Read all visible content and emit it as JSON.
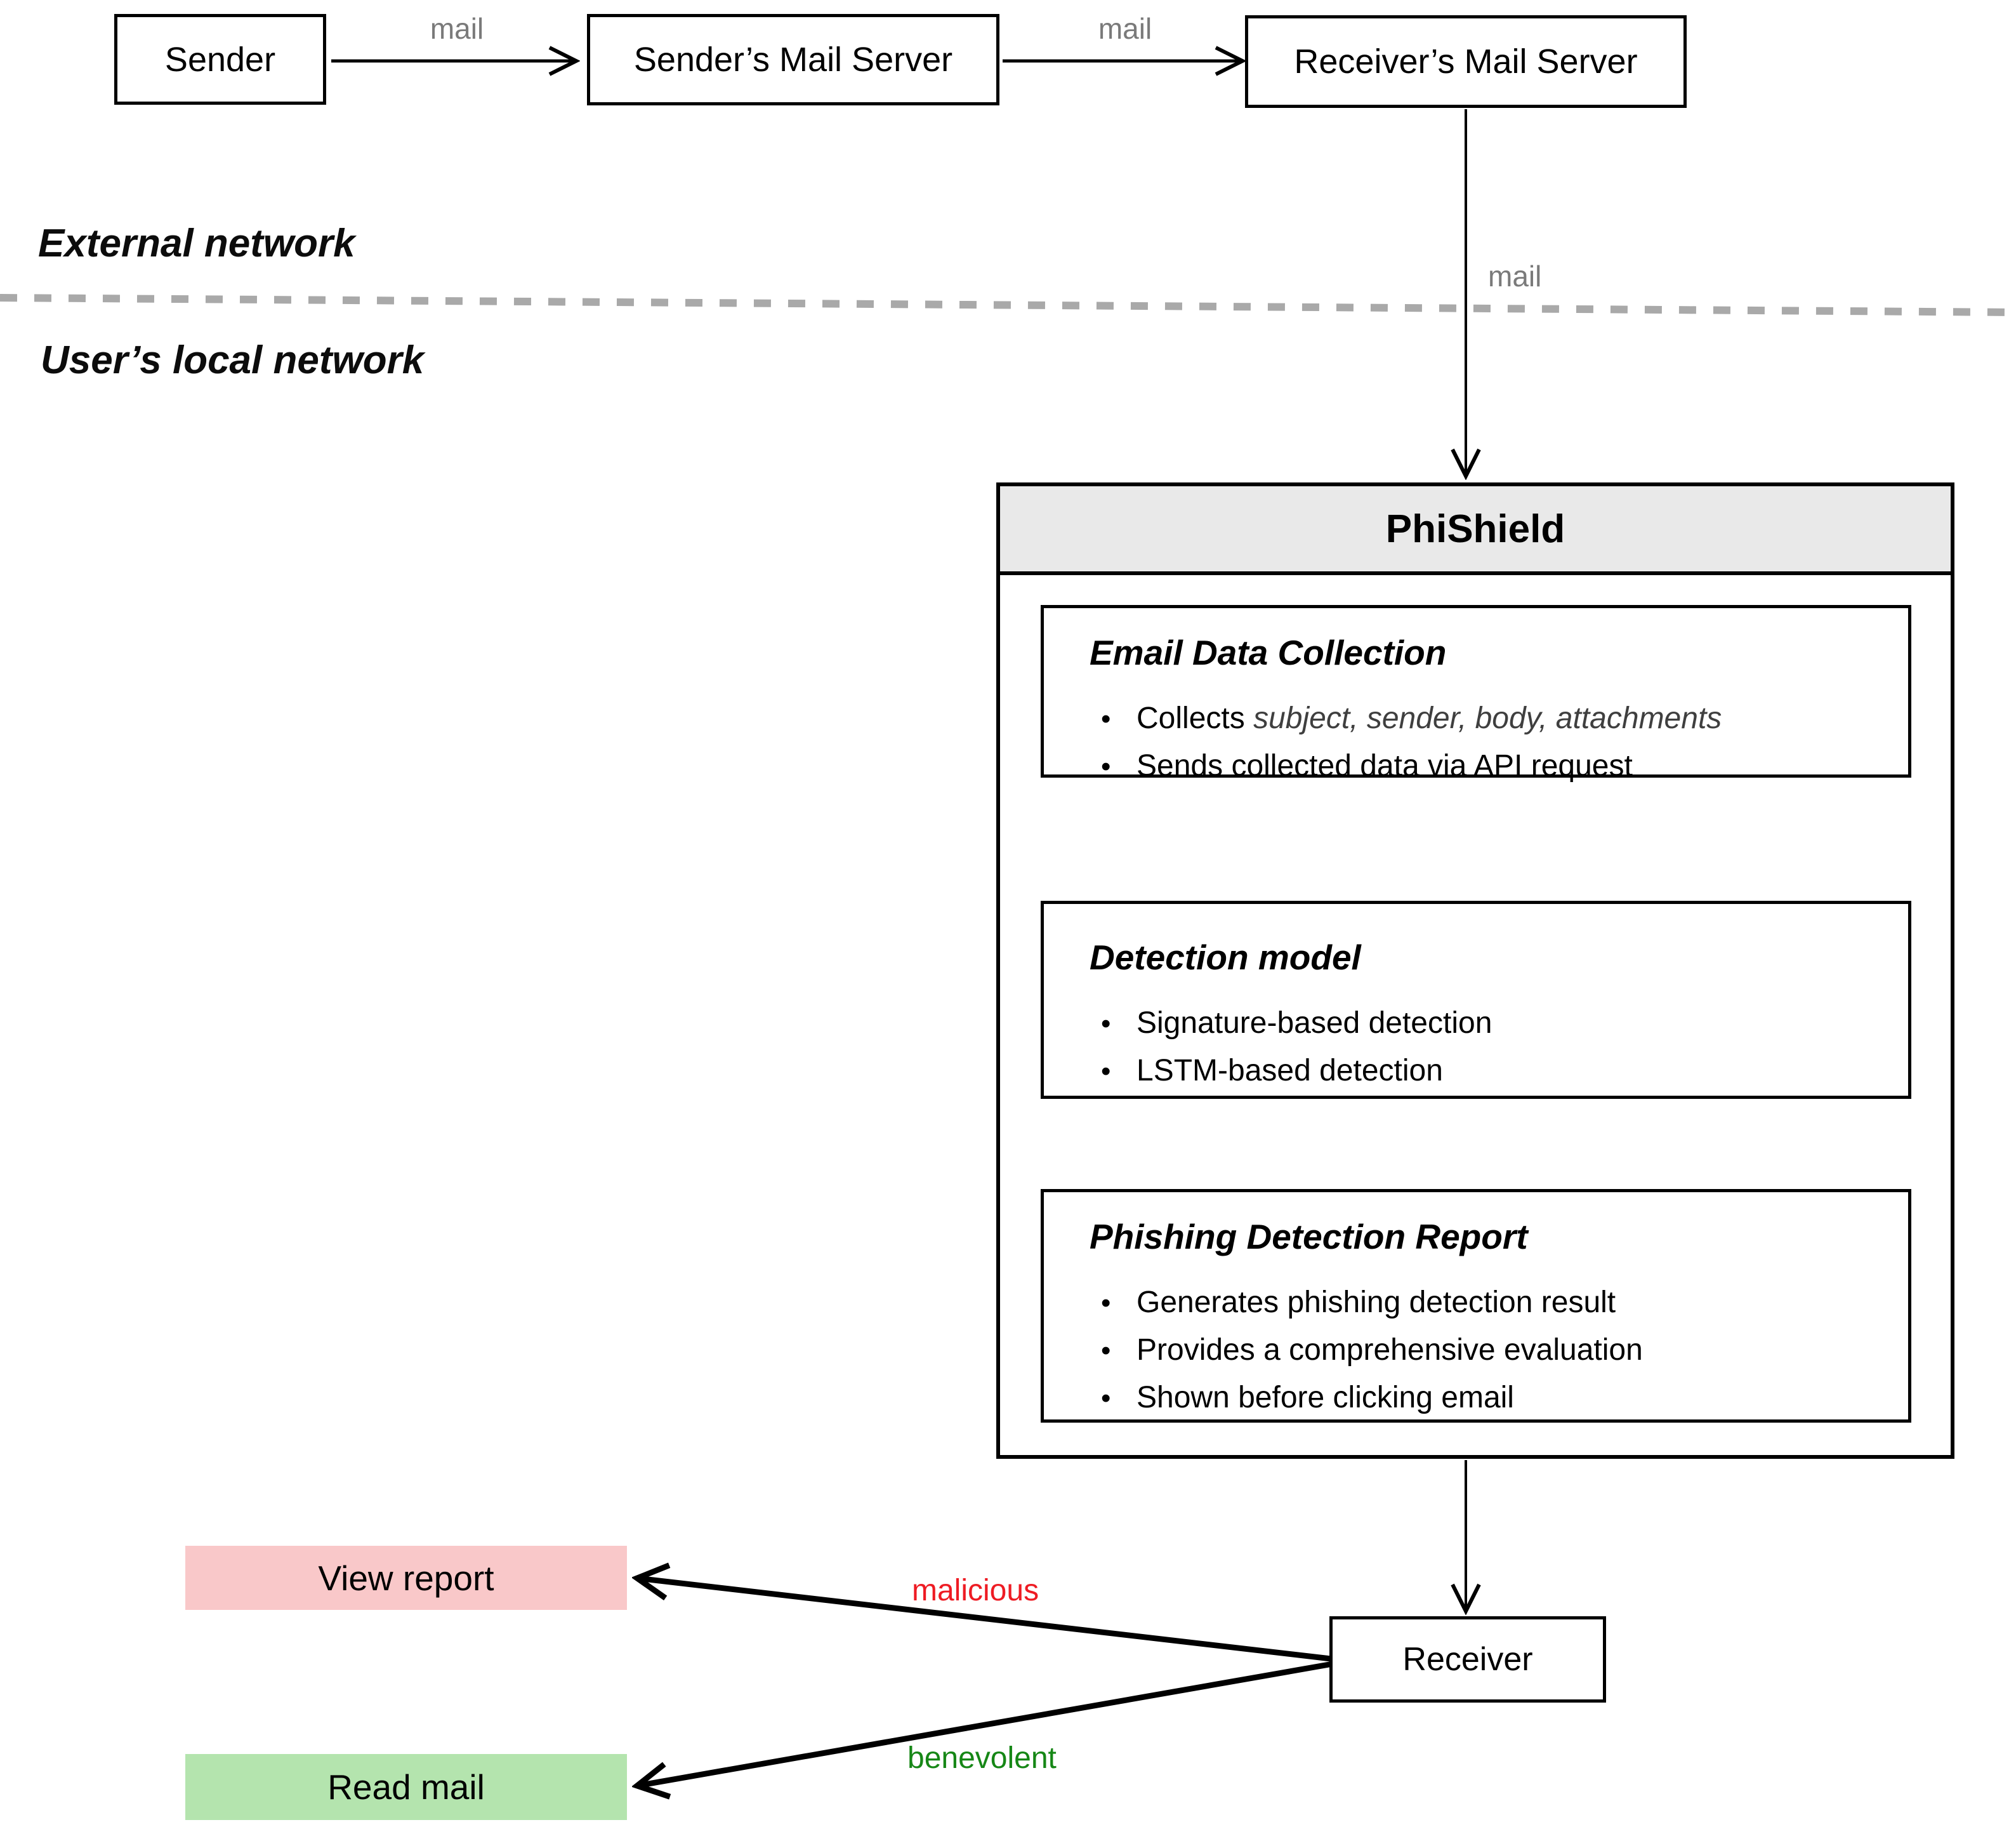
{
  "nodes": {
    "sender": "Sender",
    "senders_mail_server": "Sender’s Mail Server",
    "receivers_mail_server": "Receiver’s Mail Server",
    "receiver": "Receiver",
    "view_report": "View report",
    "read_mail": "Read mail"
  },
  "edge_labels": {
    "mail_sender_to_server": "mail",
    "mail_server_to_server": "mail",
    "mail_server_to_phishield": "mail",
    "malicious": "malicious",
    "benevolent": "benevolent"
  },
  "zones": {
    "external": "External network",
    "local": "User’s local network"
  },
  "phishield": {
    "title": "PhiShield",
    "modules": [
      {
        "title": "Email Data Collection",
        "bullets": [
          {
            "prefix": "Collects ",
            "italic": "subject, sender, body, attachments"
          },
          {
            "text": "Sends collected data via API request"
          }
        ]
      },
      {
        "title": "Detection model",
        "bullets": [
          {
            "text": "Signature-based detection"
          },
          {
            "text": "LSTM-based detection"
          }
        ]
      },
      {
        "title": "Phishing Detection Report",
        "bullets": [
          {
            "text": "Generates phishing detection result"
          },
          {
            "text": "Provides a comprehensive evaluation"
          },
          {
            "text": "Shown before clicking email"
          }
        ]
      }
    ]
  },
  "colors": {
    "malicious_text": "#ee1b23",
    "benevolent_text": "#168716",
    "view_report_bg": "#f9c8c9",
    "read_mail_bg": "#b4e4ae",
    "phishield_header_bg": "#e9e9e9",
    "mail_label_gray": "#7a7a7a",
    "dashed_divider_gray": "#a9a9a9",
    "line_black": "#000000"
  }
}
